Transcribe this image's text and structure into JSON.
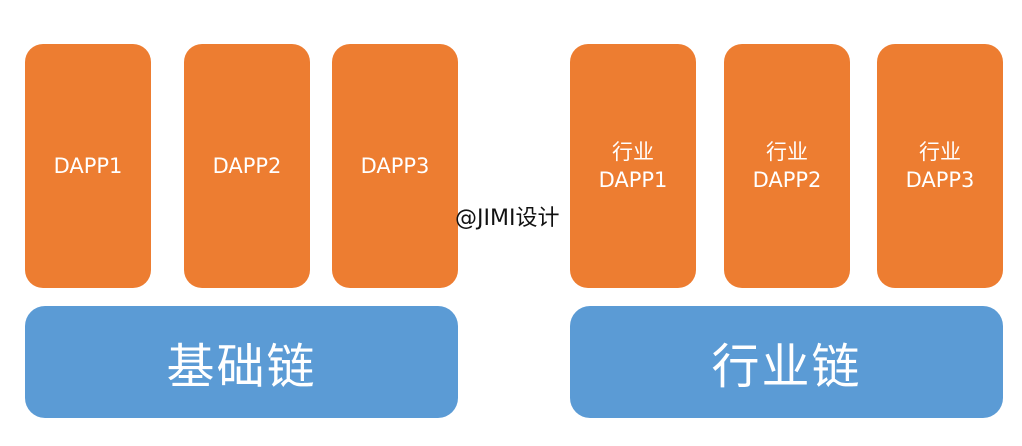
{
  "base_apps": [
    {
      "label": "DAPP1"
    },
    {
      "label": "DAPP2"
    },
    {
      "label": "DAPP3"
    }
  ],
  "industry_apps": [
    {
      "line1": "行业",
      "line2": "DAPP1"
    },
    {
      "line1": "行业",
      "line2": "DAPP2"
    },
    {
      "line1": "行业",
      "line2": "DAPP3"
    }
  ],
  "base_chain": {
    "label": "基础链"
  },
  "industry_chain": {
    "label": "行业链"
  },
  "watermark": "@JIMI设计",
  "colors": {
    "app_box": "#ed7d31",
    "chain_box": "#5b9bd5",
    "text": "#ffffff"
  }
}
